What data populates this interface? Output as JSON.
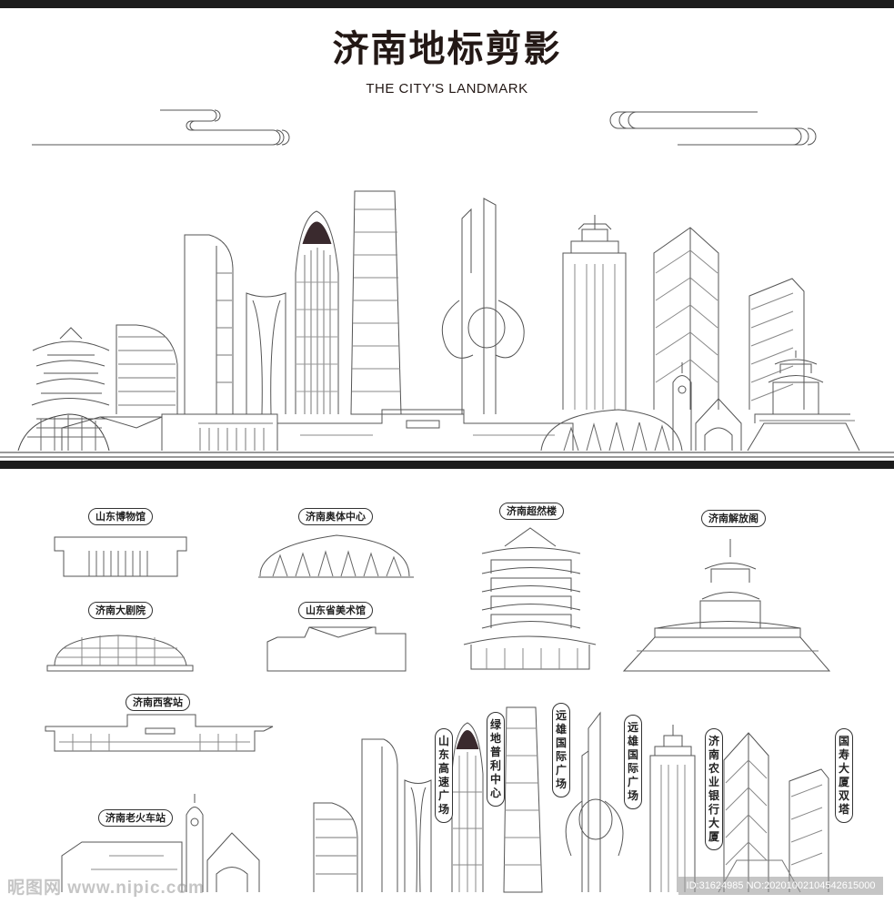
{
  "header": {
    "title": "济南地标剪影",
    "subtitle": "THE CITY'S LANDMARK"
  },
  "colors": {
    "line": "#555555",
    "ink": "#231815",
    "bar": "#1c1c1c",
    "background": "#ffffff",
    "accent_dark": "#3a2a2e"
  },
  "skyline": {
    "description": "Jinan panoramic skyline line-art"
  },
  "landmarks": [
    {
      "label": "山东博物馆"
    },
    {
      "label": "济南奥体中心"
    },
    {
      "label": "济南超然楼"
    },
    {
      "label": "济南解放阁"
    },
    {
      "label": "济南大剧院"
    },
    {
      "label": "山东省美术馆"
    },
    {
      "label": "济南西客站"
    },
    {
      "label": "济南老火车站"
    }
  ],
  "towers": [
    {
      "label": "山东高速广场"
    },
    {
      "label": "绿地普利中心"
    },
    {
      "label": "远雄国际广场"
    },
    {
      "label": "远雄国际广场"
    },
    {
      "label": "济南农业银行大厦"
    },
    {
      "label": "国寿大厦双塔"
    }
  ],
  "watermark": {
    "left": "昵图网 www.nipic.com",
    "right": "ID:31624985 NO:20201002104542615000"
  }
}
